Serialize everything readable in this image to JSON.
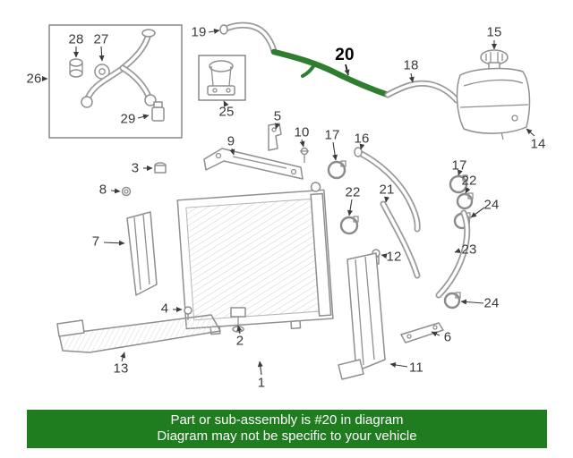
{
  "banner": {
    "line1": "Part or sub-assembly is #20 in diagram",
    "line2": "Diagram may not be specific to your vehicle",
    "bg_color": "#1f7c1f",
    "text_color": "#ffffff"
  },
  "highlight": {
    "part_number": "20",
    "color": "#2f7d2f"
  },
  "labels": {
    "l28": "28",
    "l27": "27",
    "l26": "26",
    "l29": "29",
    "l19": "19",
    "l25": "25",
    "l20": "20",
    "l18": "18",
    "l15": "15",
    "l14": "14",
    "l5": "5",
    "l10": "10",
    "l9": "9",
    "l17a": "17",
    "l16": "16",
    "l17b": "17",
    "l22a": "22",
    "l21": "21",
    "l22b": "22",
    "l24a": "24",
    "l23": "23",
    "l24b": "24",
    "l12": "12",
    "l3": "3",
    "l8": "8",
    "l7": "7",
    "l4": "4",
    "l2": "2",
    "l13": "13",
    "l1": "1",
    "l11": "11",
    "l6": "6"
  }
}
